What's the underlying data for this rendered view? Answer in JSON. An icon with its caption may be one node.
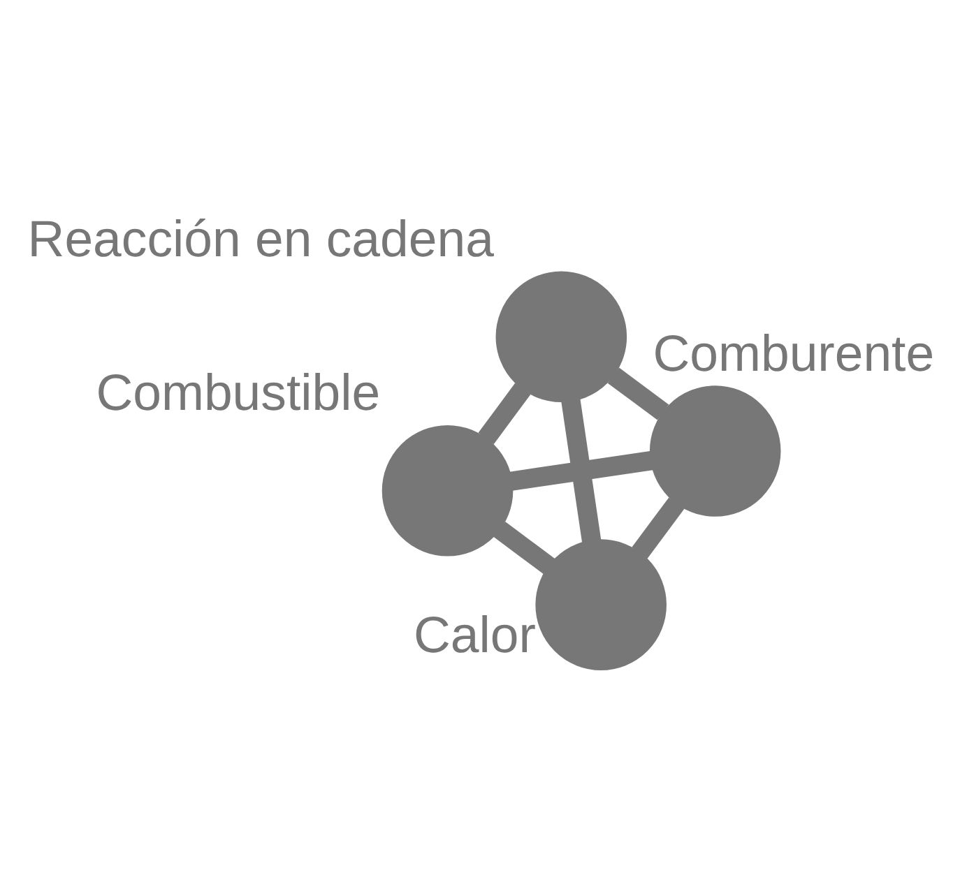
{
  "diagram": {
    "nodes": [
      {
        "text": [],
        "shape": "circle",
        "beside": [
          "Combustible"
        ]
      },
      {
        "text": [],
        "shape": "circle",
        "beside": [
          "Comburente"
        ]
      },
      {
        "text": [],
        "shape": "circle",
        "beside": [
          "Calor"
        ]
      },
      {
        "text": [],
        "shape": "circle",
        "beside": [
          "Reacción en cadena"
        ]
      }
    ],
    "edges": [
      {
        "from": 0,
        "to": 1,
        "arrow": "none"
      },
      {
        "from": 0,
        "to": 2,
        "arrow": "none"
      },
      {
        "from": 0,
        "to": 3,
        "arrow": "none"
      },
      {
        "from": 1,
        "to": 2,
        "arrow": "none"
      },
      {
        "from": 1,
        "to": 3,
        "arrow": "none"
      },
      {
        "from": 2,
        "to": 3,
        "arrow": "none"
      }
    ]
  }
}
